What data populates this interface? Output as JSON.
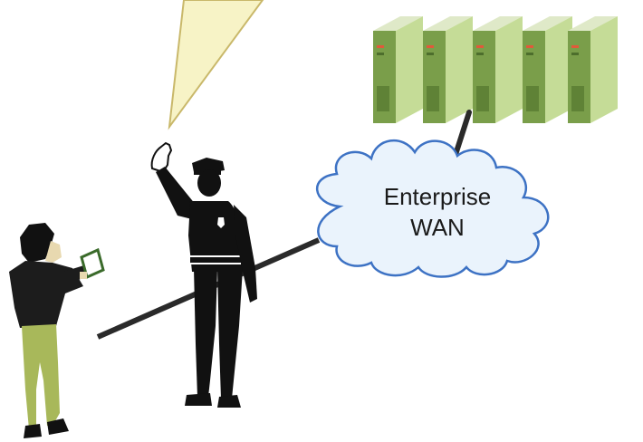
{
  "diagram": {
    "cloud": {
      "label_line1": "Enterprise",
      "label_line2": "WAN"
    },
    "nodes": [
      {
        "id": "beam",
        "icon": "light-beam-icon"
      },
      {
        "id": "servers",
        "icon": "server-rack-icon",
        "count": 5
      },
      {
        "id": "cloud",
        "icon": "cloud-icon"
      },
      {
        "id": "officer",
        "icon": "police-officer-icon"
      },
      {
        "id": "user",
        "icon": "person-with-tablet-icon"
      }
    ],
    "links": [
      {
        "from": "servers",
        "to": "cloud"
      },
      {
        "from": "user",
        "to": "cloud"
      }
    ],
    "colors": {
      "beam_fill": "#f7f3c6",
      "beam_stroke": "#c9b86a",
      "server_front": "#7a9e4a",
      "server_side": "#b8d48c",
      "cloud_fill": "#eaf3fc",
      "cloud_stroke": "#3d72c4",
      "silhouette": "#111111",
      "shirt": "#1c1c1c",
      "pants": "#a8b85a",
      "link": "#2a2a2a"
    }
  }
}
